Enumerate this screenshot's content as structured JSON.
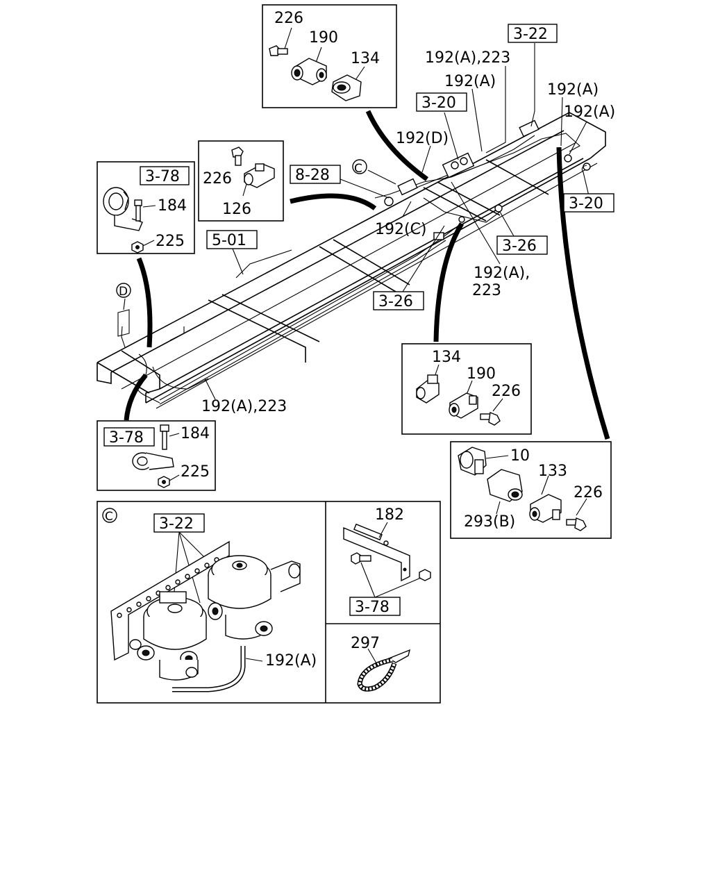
{
  "labels": {
    "t_226_a": "226",
    "t_190_a": "190",
    "t_134_a": "134",
    "r_3_22_top": "3-22",
    "t_192a_223_top": "192(A),223",
    "t_192a_1": "192(A)",
    "t_192a_2": "192(A)",
    "t_192a_3": "192(A)",
    "r_3_20_a": "3-20",
    "t_192d": "192(D)",
    "r_8_28": "8-28",
    "t_circle_c": "C",
    "t_226_b": "226",
    "t_126": "126",
    "r_3_78_a": "3-78",
    "t_184_a": "184",
    "t_225_a": "225",
    "r_5_01": "5-01",
    "t_192c": "192(C)",
    "r_3_20_b": "3-20",
    "r_3_26_a": "3-26",
    "t_192a_223_mid_1": "192(A),",
    "t_192a_223_mid_2": "223",
    "r_3_26_b": "3-26",
    "t_circle_d": "D",
    "t_192a_223_bottom": "192(A),223",
    "t_134_b": "134",
    "t_190_b": "190",
    "t_226_c": "226",
    "r_3_78_b": "3-78",
    "t_184_b": "184",
    "t_225_b": "225",
    "t_10": "10",
    "t_133": "133",
    "t_226_d": "226",
    "t_293b": "293(B)",
    "t_circle_c2": "C",
    "r_3_22_detail": "3-22",
    "t_192a_detail": "192(A)",
    "t_182": "182",
    "r_3_78_c": "3-78",
    "t_297": "297"
  }
}
